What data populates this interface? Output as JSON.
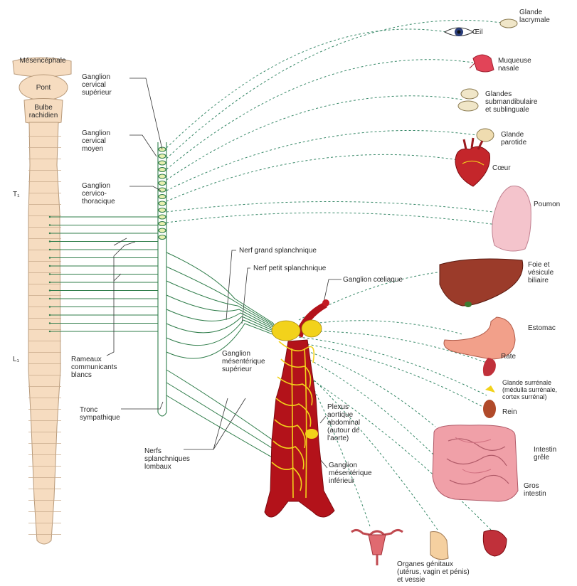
{
  "spinal": {
    "mesencephale": "Mésencéphale",
    "pont": "Pont",
    "bulbe": "Bulbe\nrachidien",
    "t1": "T₁",
    "l1": "L₁"
  },
  "ganglia": {
    "cervical_superieur": "Ganglion\ncervical\nsupérieur",
    "cervical_moyen": "Ganglion\ncervical\nmoyen",
    "cervico_thoracique": "Ganglion\ncervico-\nthoracique",
    "rameaux": "Rameaux\ncommunicants\nblancs",
    "tronc": "Tronc\nsympathique",
    "nerfs_lombaux": "Nerfs\nsplanchniques\nlombaux",
    "grand_splanchnique": "Nerf grand splanchnique",
    "petit_splanchnique": "Nerf petit splanchnique",
    "coeliaque": "Ganglion cœliaque",
    "mesenterique_sup": "Ganglion\nmésentérique\nsupérieur",
    "plexus": "Plexus\naortique\nabdominal\n(autour de\nl'aorte)",
    "mesenterique_inf": "Ganglion\nmésentérique\ninférieur"
  },
  "organs": {
    "oeil": "Œil",
    "lacrymale": "Glande\nlacrymale",
    "muqueuse": "Muqueuse\nnasale",
    "submandibulaire": "Glandes\nsubmandibulaire\net sublinguale",
    "parotide": "Glande\nparotide",
    "coeur": "Cœur",
    "poumon": "Poumon",
    "foie": "Foie et\nvésicule\nbiliaire",
    "estomac": "Estomac",
    "rate": "Rate",
    "surrenale": "Glande surrénale\n(médulla surrénale,\ncortex surrénal)",
    "rein": "Rein",
    "intestin_grele": "Intestin\ngrêle",
    "gros_intestin": "Gros\nintestin",
    "genitaux": "Organes génitaux\n(utérus, vagin et pénis)\net vessie"
  },
  "colors": {
    "cord_fill": "#f6dcc0",
    "cord_line": "#b89a7a",
    "nerve_green": "#2f7d4a",
    "aorta": "#b3121a",
    "plexus_yellow": "#f2d21b",
    "heart": "#c4262b",
    "lung": "#f4c4cc",
    "liver": "#9b3b2a",
    "stomach": "#f2a08a",
    "intestine": "#f0a0a8"
  }
}
